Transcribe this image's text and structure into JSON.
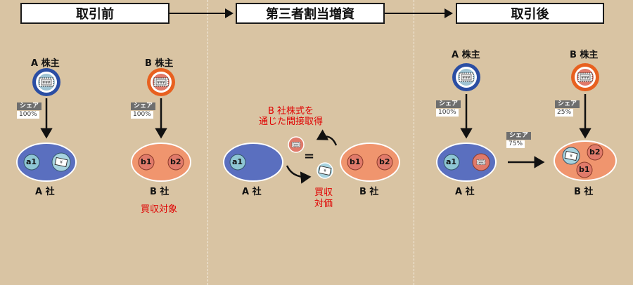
{
  "colors": {
    "background": "#d9c4a3",
    "a_company": "#5a6fbf",
    "b_company": "#f0956e",
    "a_holder": "#2b4ea3",
    "b_holder": "#e8601f",
    "asset_a": "#8ec6d4",
    "asset_b": "#e07a6a",
    "highlight": "#e00000"
  },
  "headers": {
    "before": "取引前",
    "middle": "第三者割当増資",
    "after": "取引後"
  },
  "labels": {
    "a_shareholder": "A 株主",
    "b_shareholder": "B 株主",
    "a_company": "A 社",
    "b_company": "B 社",
    "a1": "a1",
    "b1": "b1",
    "b2": "b2",
    "target": "買収対象",
    "acquisition_line1": "B 社株式を",
    "acquisition_line2": "通じた間接取得",
    "consideration_line1": "買収",
    "consideration_line2": "対価",
    "equals": "="
  },
  "share": {
    "label": "シェア",
    "before_a": "100%",
    "before_b": "100%",
    "after_a": "100%",
    "after_b": "25%",
    "after_a_to_b": "75%"
  },
  "icons": {
    "money": "money-icon",
    "yen_bill": "yen-bill-icon"
  }
}
